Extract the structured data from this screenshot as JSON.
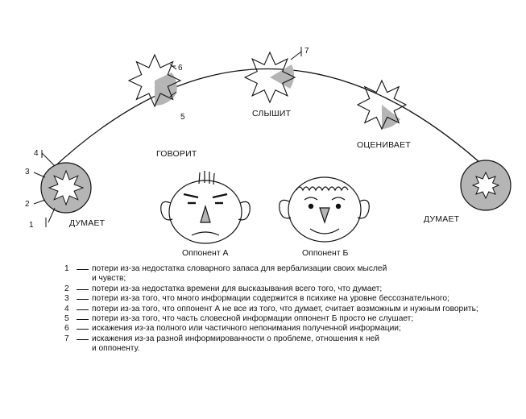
{
  "stages": {
    "thinks_a": "ДУМАЕТ",
    "speaks": "ГОВОРИТ",
    "hears": "СЛЫШИТ",
    "evaluates": "ОЦЕНИВАЕТ",
    "thinks_b": "ДУМАЕТ"
  },
  "markers": {
    "m1": "1",
    "m2": "2",
    "m3": "3",
    "m4": "4",
    "m5": "5",
    "m6": "6",
    "m7": "7"
  },
  "faces": {
    "a": "Оппонент А",
    "b": "Оппонент Б"
  },
  "legend": [
    {
      "num": "1",
      "text": "потери из-за недостатка словарного запаса для вербализации своих мыслей",
      "cont": "и чувств;"
    },
    {
      "num": "2",
      "text": "потери из-за недостатка времени для высказывания всего того, что думает;"
    },
    {
      "num": "3",
      "text": "потери из-за того, что много информации содержится в психике на уровне бессознательного;"
    },
    {
      "num": "4",
      "text": "потери из-за того, что оппонент А не все из того, что думает, считает возможным и нужным говорить;"
    },
    {
      "num": "5",
      "text": "потери из-за того, что часть словесной информации оппонент Б просто не слушает;"
    },
    {
      "num": "6",
      "text": "искажения из-за полного или частичного непонимания полученной информации;"
    },
    {
      "num": "7",
      "text": "искажения из-за разной информированности о проблеме, отношения к ней",
      "cont": "и оппоненту."
    }
  ],
  "colors": {
    "loss": "#b5b5b5",
    "line": "#111111",
    "background": "#ffffff"
  }
}
